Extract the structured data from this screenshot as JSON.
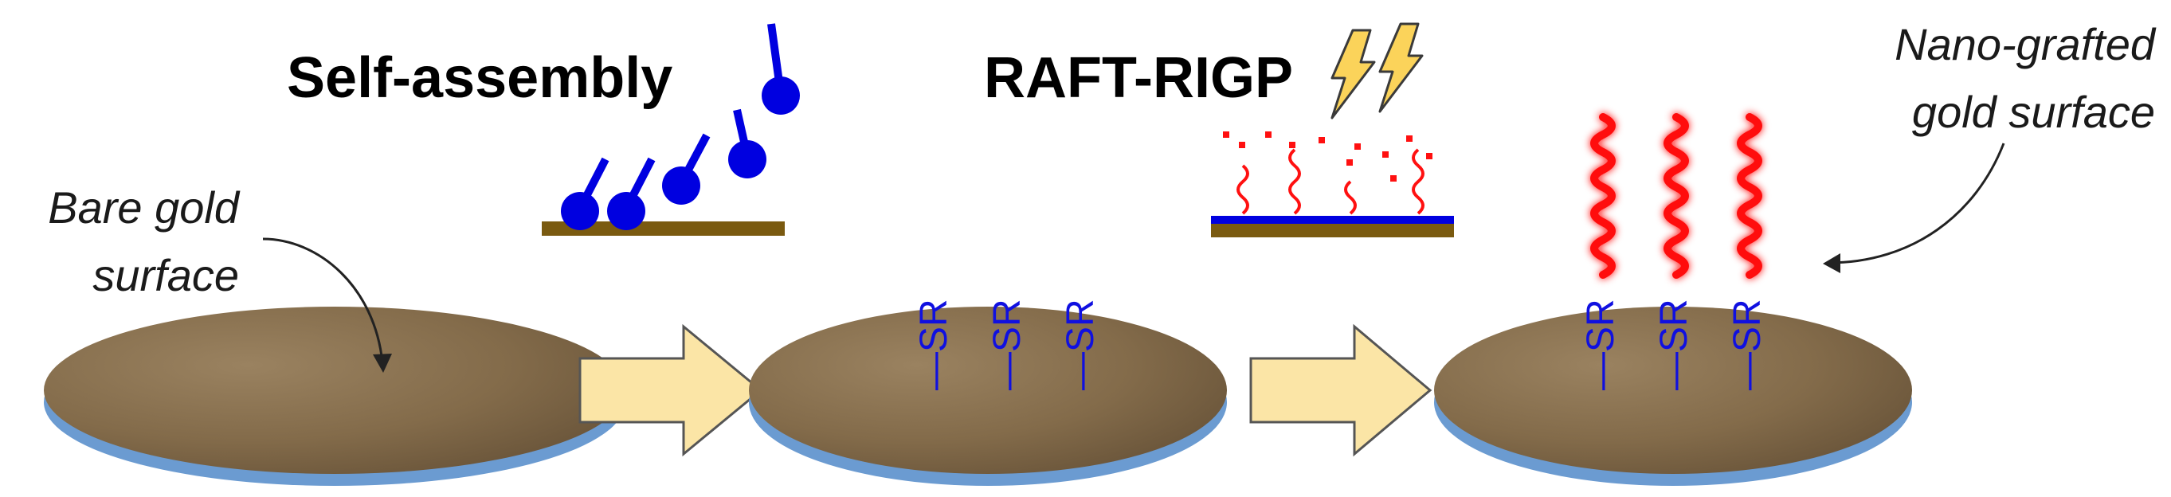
{
  "steps": {
    "self_assembly": "Self-assembly",
    "raft_rigp": "RAFT-RIGP"
  },
  "captions": {
    "bare_line1": "Bare gold",
    "bare_line2": "surface",
    "nano_line1": "Nano-grafted",
    "nano_line2": "gold surface"
  },
  "surface_label": "—SR",
  "colors": {
    "gold": "#8a7150",
    "gold_base": "#6b9bd1",
    "brown_bar": "#7a5a10",
    "blue": "#0000e0",
    "red": "#ff1010",
    "arrow_fill": "#fbe5a6",
    "lightning_fill": "#fbd35a"
  },
  "icons": {
    "arrow": "block-arrow-right",
    "lightning": "lightning-bolt-icon"
  }
}
